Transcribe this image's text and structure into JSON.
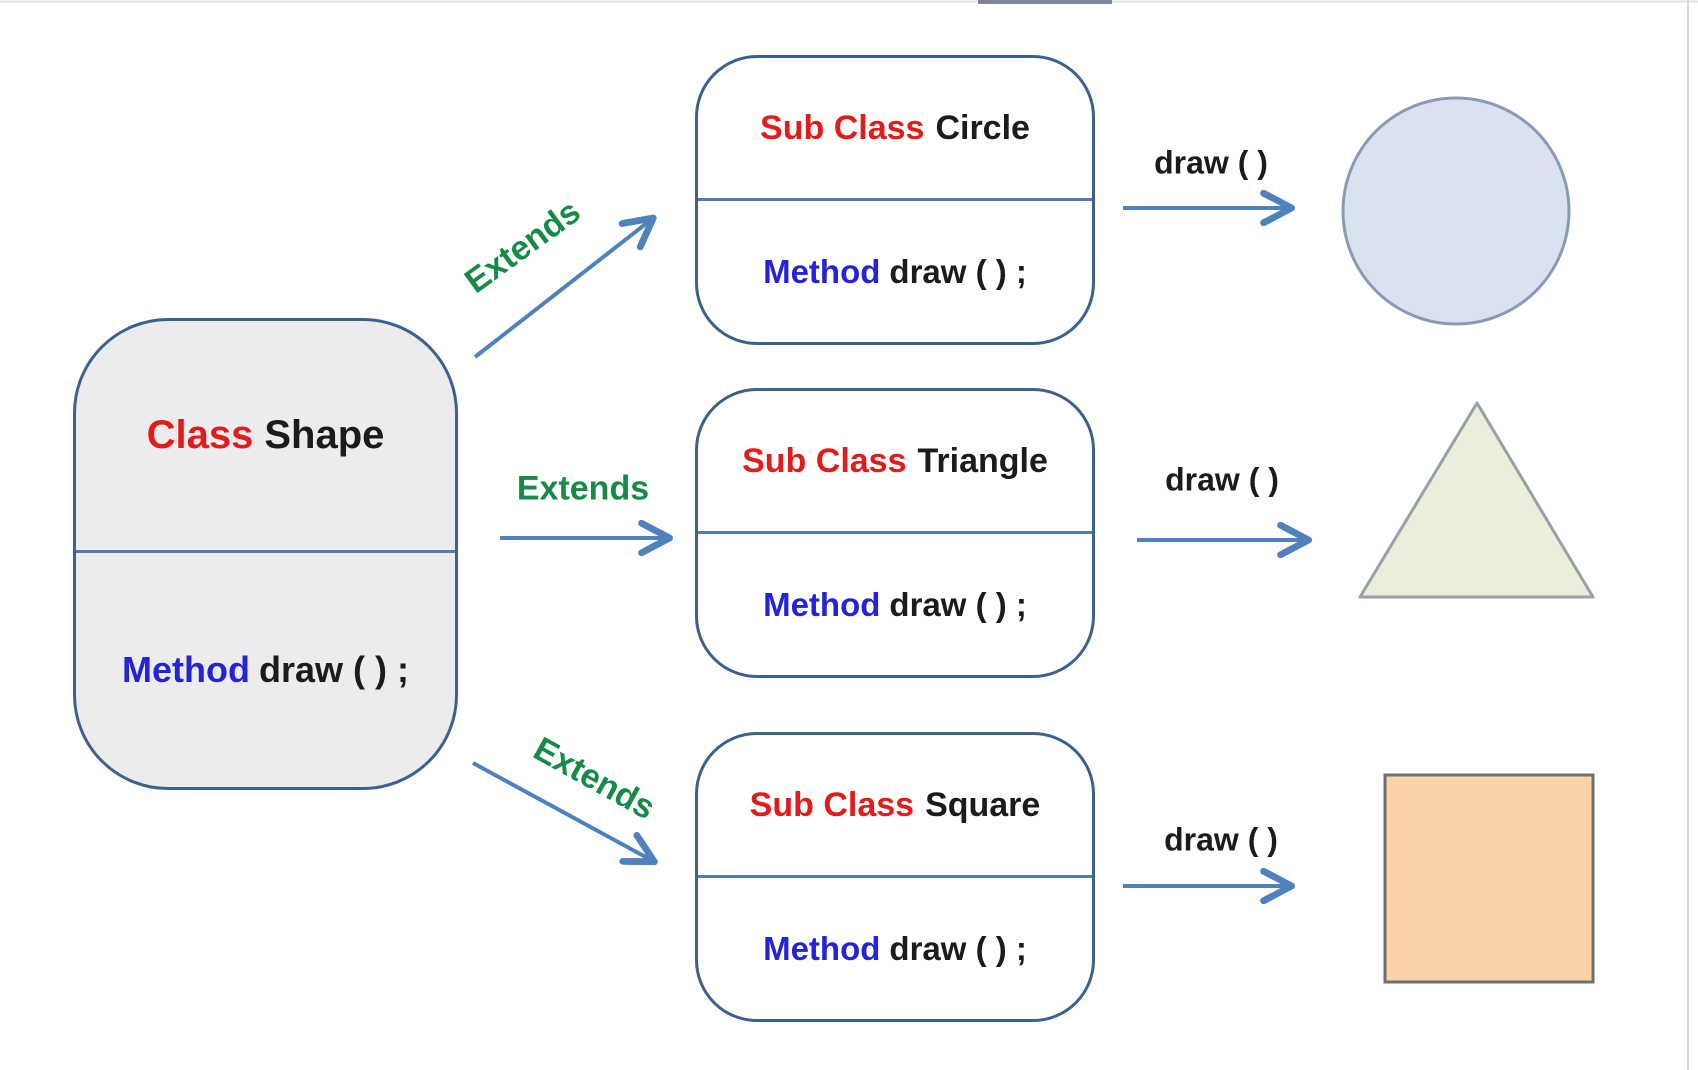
{
  "diagram": {
    "base_class": {
      "keyword": "Class",
      "name": "Shape",
      "method_keyword": "Method",
      "method_code": "draw ( ) ;"
    },
    "subclasses": [
      {
        "keyword": "Sub Class",
        "name": "Circle",
        "method_keyword": "Method",
        "method_code": "draw ( ) ;",
        "relation_label": "Extends",
        "call_label": "draw ( )",
        "result_shape": "circle"
      },
      {
        "keyword": "Sub Class",
        "name": "Triangle",
        "method_keyword": "Method",
        "method_code": "draw ( ) ;",
        "relation_label": "Extends",
        "call_label": "draw ( )",
        "result_shape": "triangle"
      },
      {
        "keyword": "Sub Class",
        "name": "Square",
        "method_keyword": "Method",
        "method_code": "draw ( ) ;",
        "relation_label": "Extends",
        "call_label": "draw ( )",
        "result_shape": "square"
      }
    ],
    "colors": {
      "class_keyword_red": "#e21b1b",
      "method_keyword_blue": "#2424d6",
      "extends_green": "#168a46",
      "arrow_blue": "#4f81bd",
      "box_border_blue": "#3e618c",
      "base_box_fill": "#ececec",
      "sub_box_fill": "#ffffff",
      "circle_fill": "#d9e2ee",
      "circle_stroke": "#8a9ab5",
      "triangle_fill": "#eaeedb",
      "triangle_stroke": "#98a1a8",
      "square_fill": "#fcd2a8",
      "square_stroke": "#6f6f6f"
    }
  }
}
